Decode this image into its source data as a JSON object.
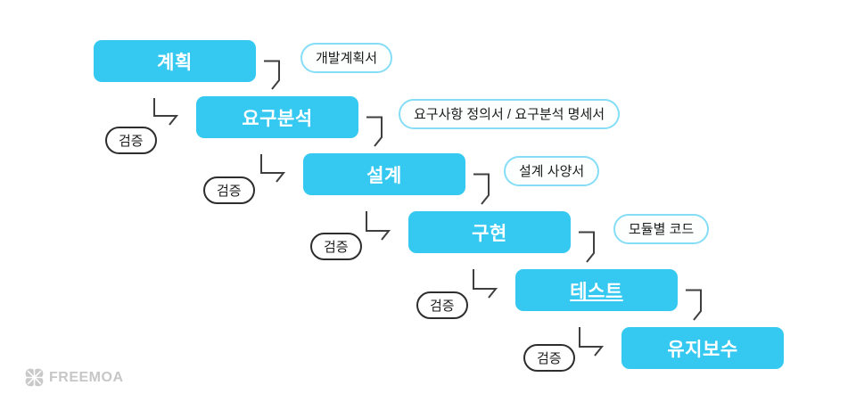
{
  "diagram": {
    "phases": [
      {
        "label": "계획",
        "underline": false
      },
      {
        "label": "요구분석",
        "underline": false
      },
      {
        "label": "설계",
        "underline": false
      },
      {
        "label": "구현",
        "underline": false
      },
      {
        "label": "테스트",
        "underline": true
      },
      {
        "label": "유지보수",
        "underline": false
      }
    ],
    "documents": [
      "개발계획서",
      "요구사항 정의서 / 요구분석 명세서",
      "설계 사양서",
      "모듈별 코드"
    ],
    "verify_label": "검증",
    "colors": {
      "phase_fill": "#35c8f0",
      "phase_text": "#ffffff",
      "document_border": "#85ddf6",
      "document_text": "#1b1b1b",
      "verify_border": "#2d2d2d",
      "verify_text": "#1b1b1b",
      "arrow": "#3f3f3f",
      "brand": "#c7c7c7"
    }
  },
  "footer": {
    "brand": "FREEMOA"
  }
}
